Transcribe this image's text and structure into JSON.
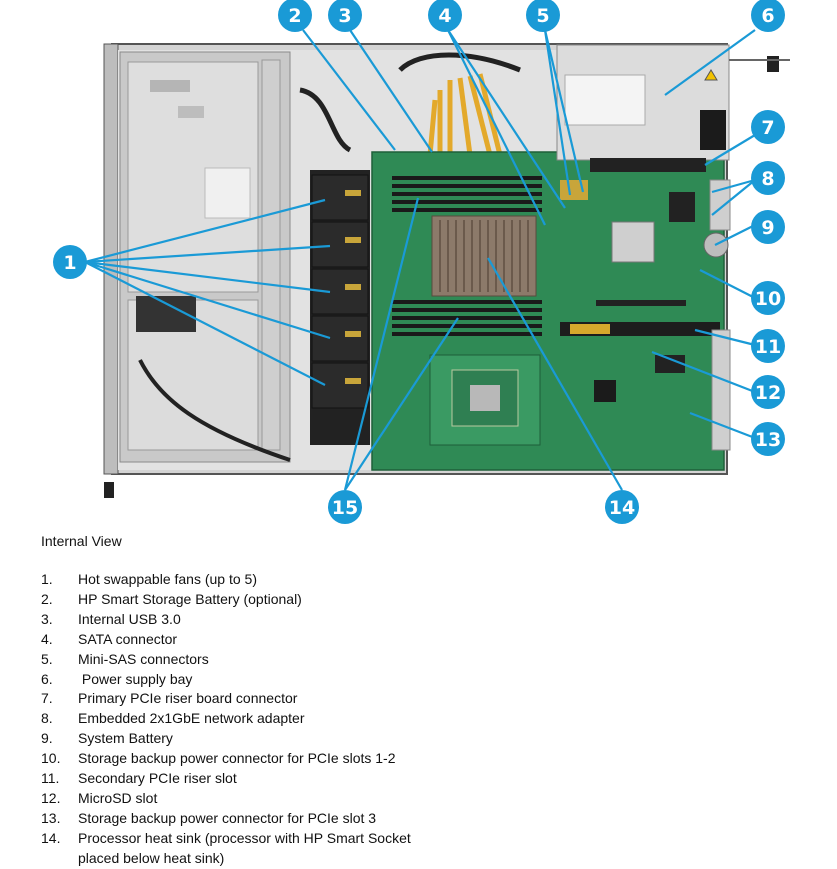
{
  "caption": "Internal View",
  "callouts": [
    "1",
    "2",
    "3",
    "4",
    "5",
    "6",
    "7",
    "8",
    "9",
    "10",
    "11",
    "12",
    "13",
    "14",
    "15"
  ],
  "legend": [
    {
      "num": "1.",
      "text": "Hot swappable fans (up to 5)"
    },
    {
      "num": "2.",
      "text": "HP Smart Storage Battery (optional)"
    },
    {
      "num": "3.",
      "text": "Internal USB 3.0"
    },
    {
      "num": "4.",
      "text": "SATA connector"
    },
    {
      "num": "5.",
      "text": "Mini-SAS connectors"
    },
    {
      "num": "6.",
      "text": " Power supply bay"
    },
    {
      "num": "7.",
      "text": "Primary PCIe riser board connector"
    },
    {
      "num": "8.",
      "text": "Embedded 2x1GbE network adapter"
    },
    {
      "num": "9.",
      "text": "System Battery"
    },
    {
      "num": "10.",
      "text": "Storage backup power connector for PCIe slots 1-2"
    },
    {
      "num": "11.",
      "text": "Secondary PCIe riser slot"
    },
    {
      "num": "12.",
      "text": "MicroSD slot"
    },
    {
      "num": "13.",
      "text": "Storage backup power connector for PCIe slot 3"
    },
    {
      "num": "14.",
      "text": "Processor heat sink (processor with HP Smart Socket"
    },
    {
      "num": "",
      "text": "placed below heat sink)"
    }
  ],
  "colors": {
    "callout": "#1a9ad6",
    "board": "#2f8a55",
    "chassis": "#d9d9d9"
  }
}
